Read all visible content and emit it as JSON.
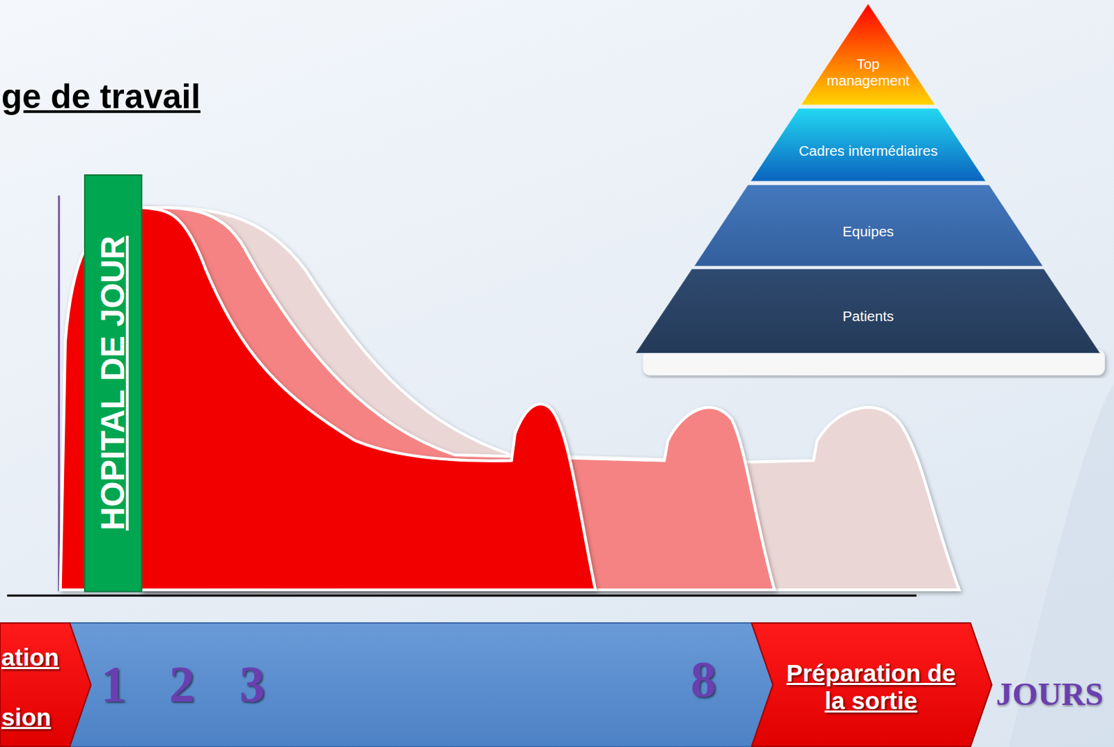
{
  "diagram": {
    "title": "ge de travail",
    "nodes": [
      {
        "text": [
          "Top management"
        ]
      },
      {
        "text": [
          "Cadres intermédiaires"
        ]
      },
      {
        "text": [
          "Equipes"
        ]
      },
      {
        "text": [
          "Patients"
        ]
      },
      {
        "text": [
          "HOPITAL DE JOUR"
        ]
      },
      {
        "text": [
          "ation",
          "sion"
        ]
      },
      {
        "text": [
          "1",
          "2",
          "3",
          "8"
        ]
      },
      {
        "text": [
          "Préparation de la sortie"
        ]
      }
    ],
    "labels": [
      "JOURS"
    ]
  }
}
